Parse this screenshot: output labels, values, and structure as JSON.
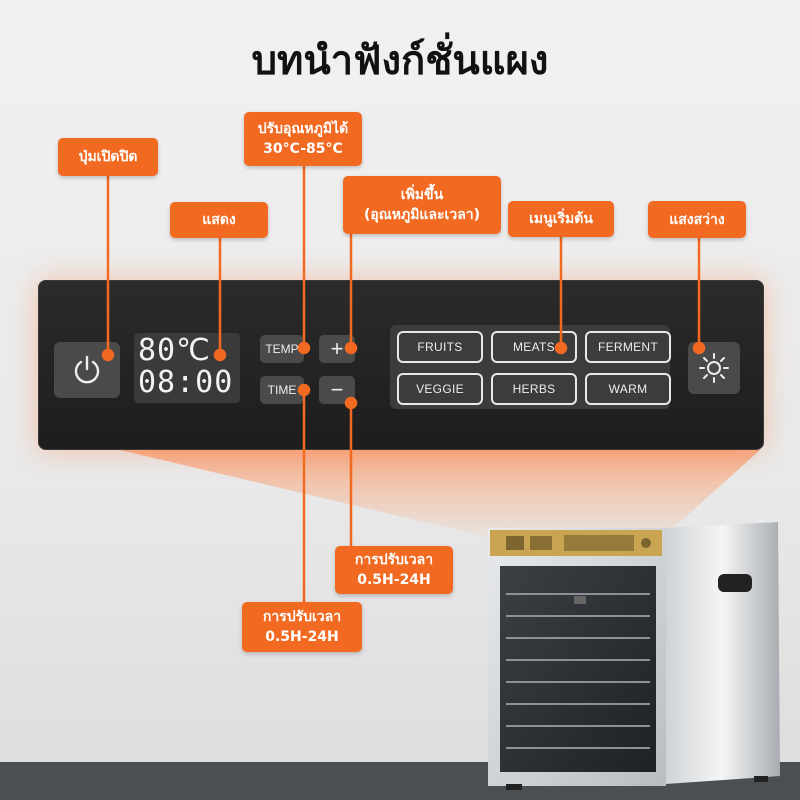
{
  "title": "บทนำฟังก์ชั่นแผง",
  "display": {
    "temp": "80℃",
    "time": "08:00"
  },
  "buttons": {
    "temp": "TEMP",
    "time": "TIME",
    "plus": "+",
    "minus": "−"
  },
  "menu": [
    "FRUITS",
    "MEATS",
    "FERMENT",
    "VEGGIE",
    "HERBS",
    "WARM"
  ],
  "callouts": {
    "power": "ปุ่มเปิดปิด",
    "display": "แสดง",
    "temp_range_1": "ปรับอุณหภูมิได้",
    "temp_range_2": "30°C-85°C",
    "increase_1": "เพิ่มขึ้น",
    "increase_2": "(อุณหภูมิและเวลา)",
    "menu": "เมนูเริ่มต้น",
    "light": "แสงสว่าง",
    "time_adjust_right_1": "การปรับเวลา",
    "time_adjust_right_2": "0.5H-24H",
    "time_adjust_left_1": "การปรับเวลา",
    "time_adjust_left_2": "0.5H-24H"
  },
  "colors": {
    "accent": "#f26a21",
    "panel": "#222222",
    "button": "#4a4a4a"
  },
  "icons": {
    "power": "power-icon",
    "light": "sun-icon"
  }
}
